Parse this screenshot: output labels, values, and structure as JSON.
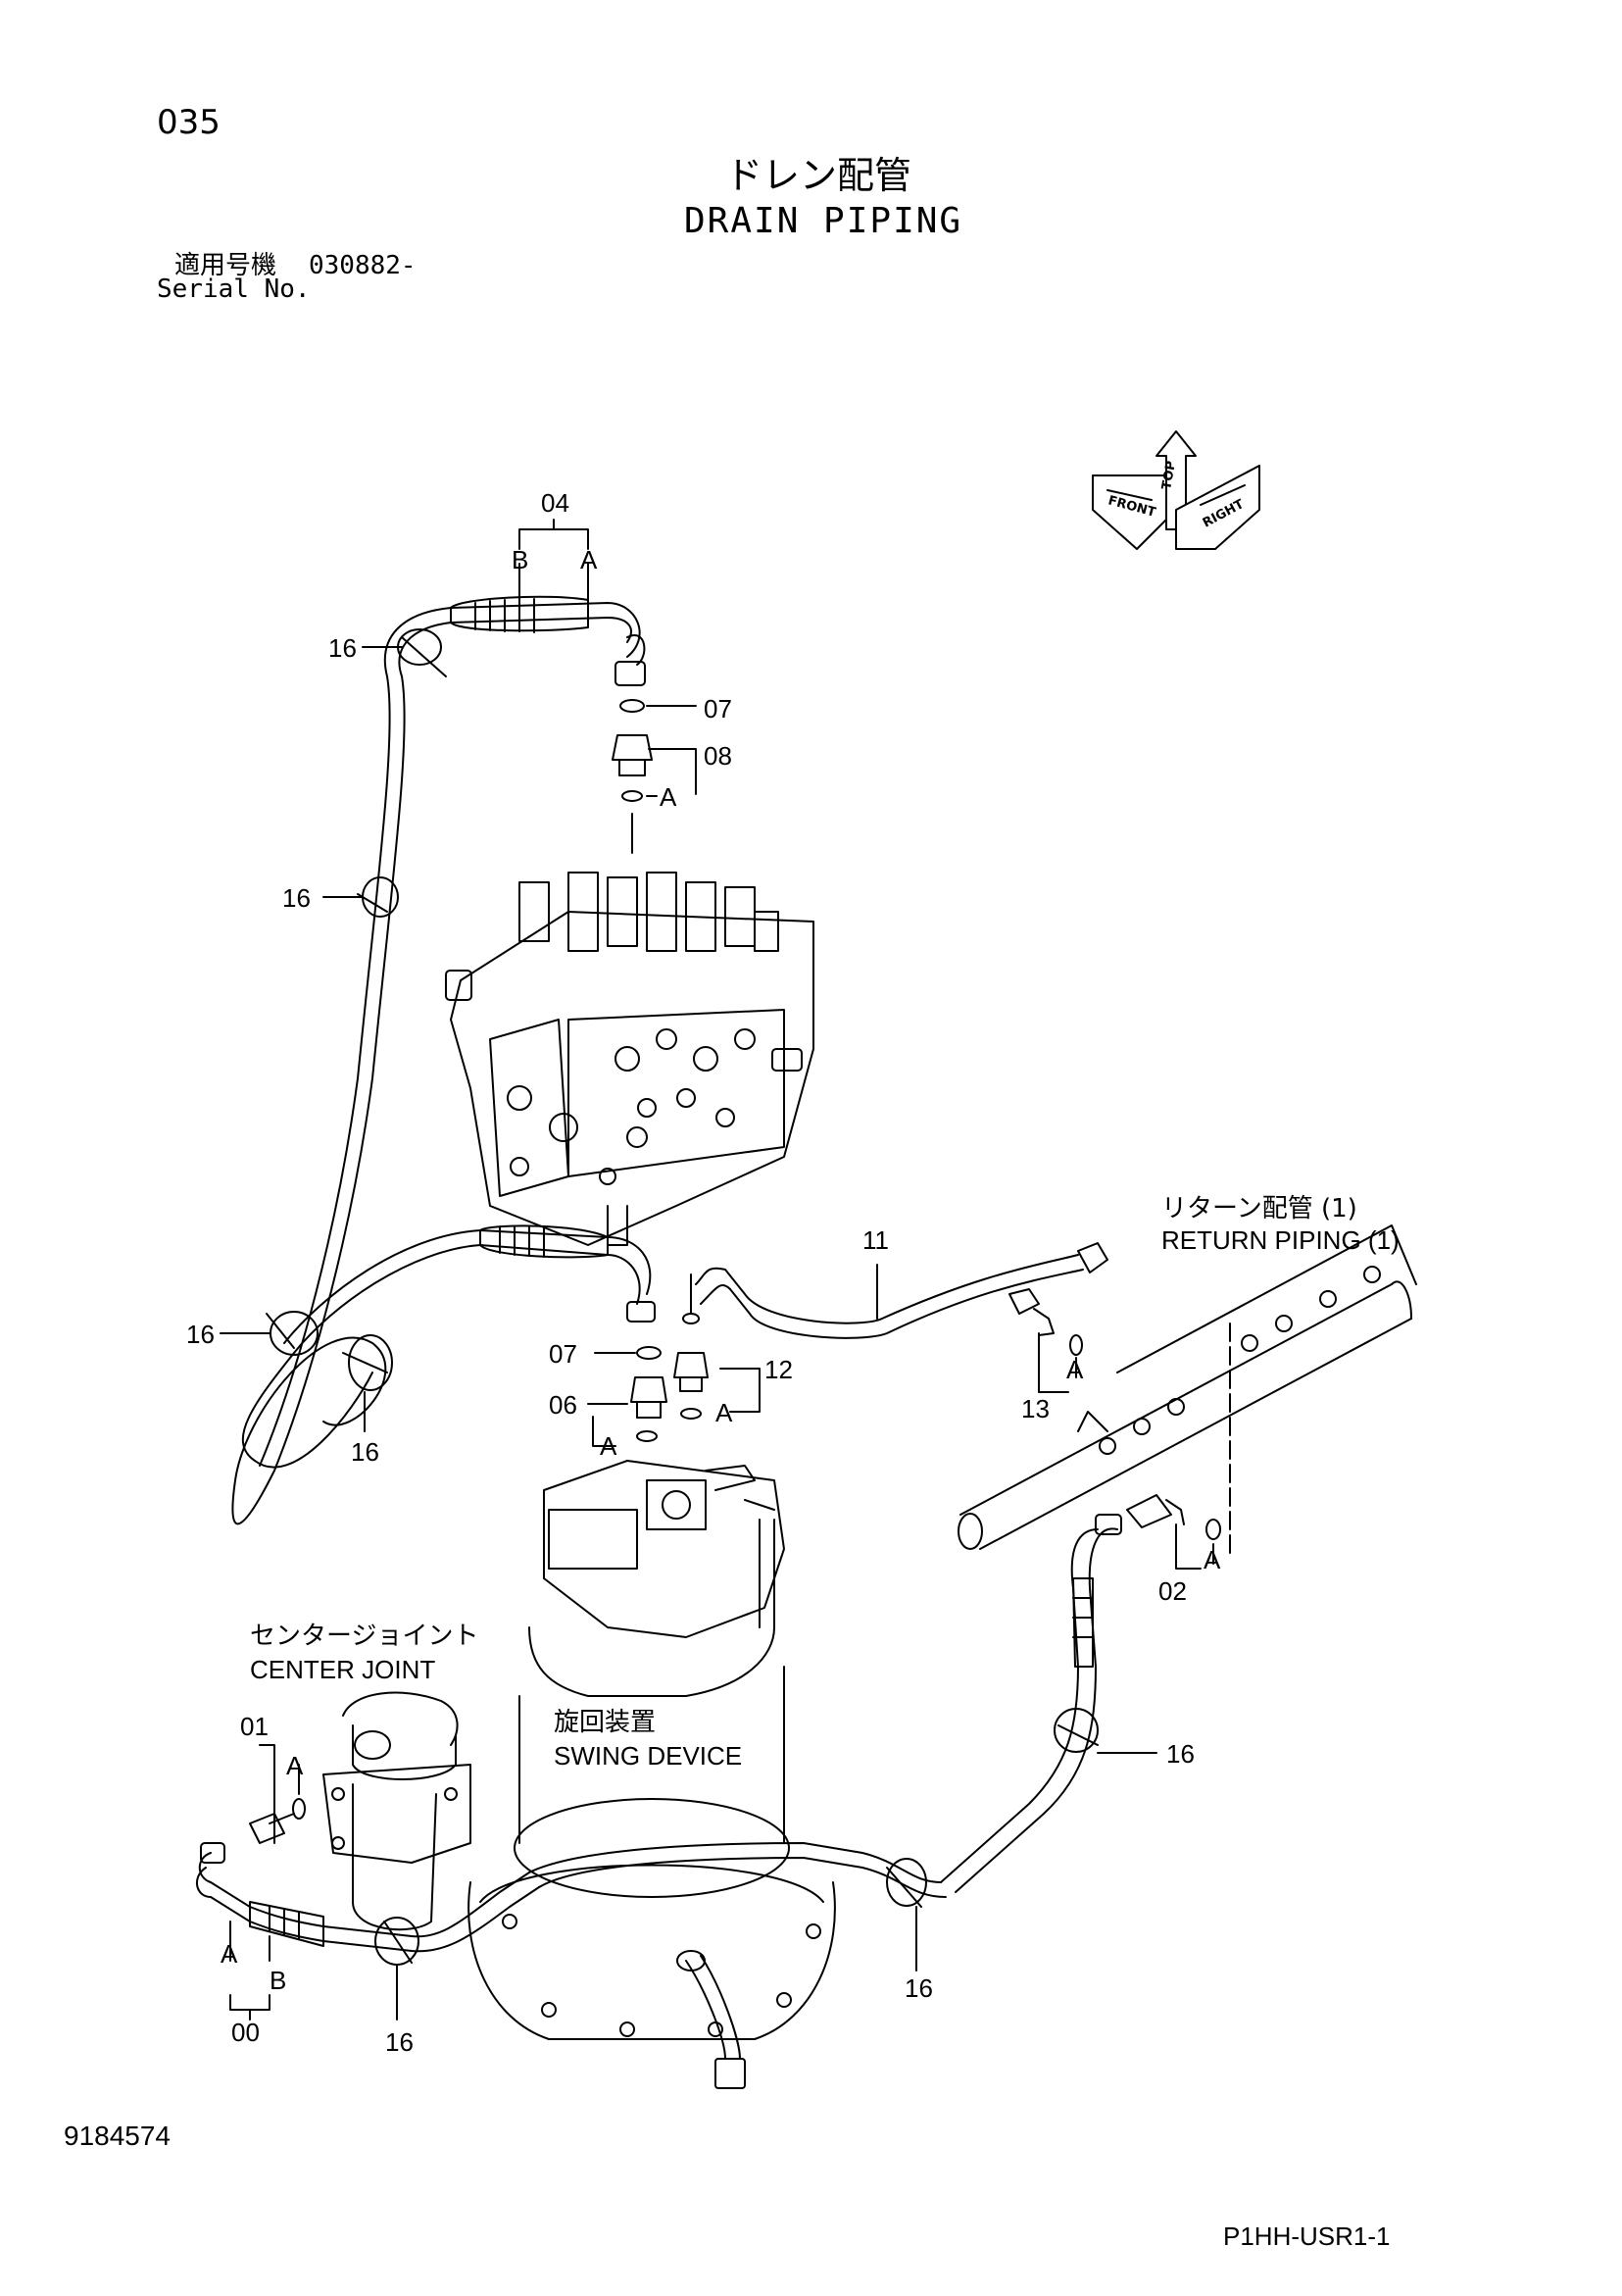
{
  "header": {
    "page_number": "035",
    "title_jp": "ドレン配管",
    "title_en": "DRAIN PIPING",
    "serial_label_jp": "適用号機",
    "serial_value": "030882-",
    "serial_label_en": "Serial No."
  },
  "orientation_badge": {
    "top": "TOP",
    "front": "FRONT",
    "right": "RIGHT"
  },
  "callouts": {
    "c04": "04",
    "c04_b": "B",
    "c04_a": "A",
    "c16_a": "16",
    "c16_b": "16",
    "c16_c": "16",
    "c16_d": "16",
    "c16_e": "16",
    "c16_f": "16",
    "c16_g": "16",
    "c07_top": "07",
    "c08": "08",
    "c08_a": "A",
    "c11": "11",
    "c07_mid": "07",
    "c06": "06",
    "c06_a": "A",
    "c12": "12",
    "c12_a": "A",
    "c13": "13",
    "c13_a": "A",
    "c02": "02",
    "c02_a": "A",
    "c01": "01",
    "c01_a": "A",
    "c00": "00",
    "c00_a": "A",
    "c00_b": "B"
  },
  "components": {
    "return_piping_jp": "リターン配管 (1)",
    "return_piping_en": "RETURN PIPING (1)",
    "center_joint_jp": "センタージョイント",
    "center_joint_en": "CENTER JOINT",
    "swing_device_jp": "旋回装置",
    "swing_device_en": "SWING DEVICE"
  },
  "footer": {
    "document_number": "9184574",
    "page_code": "P1HH-USR1-1"
  }
}
